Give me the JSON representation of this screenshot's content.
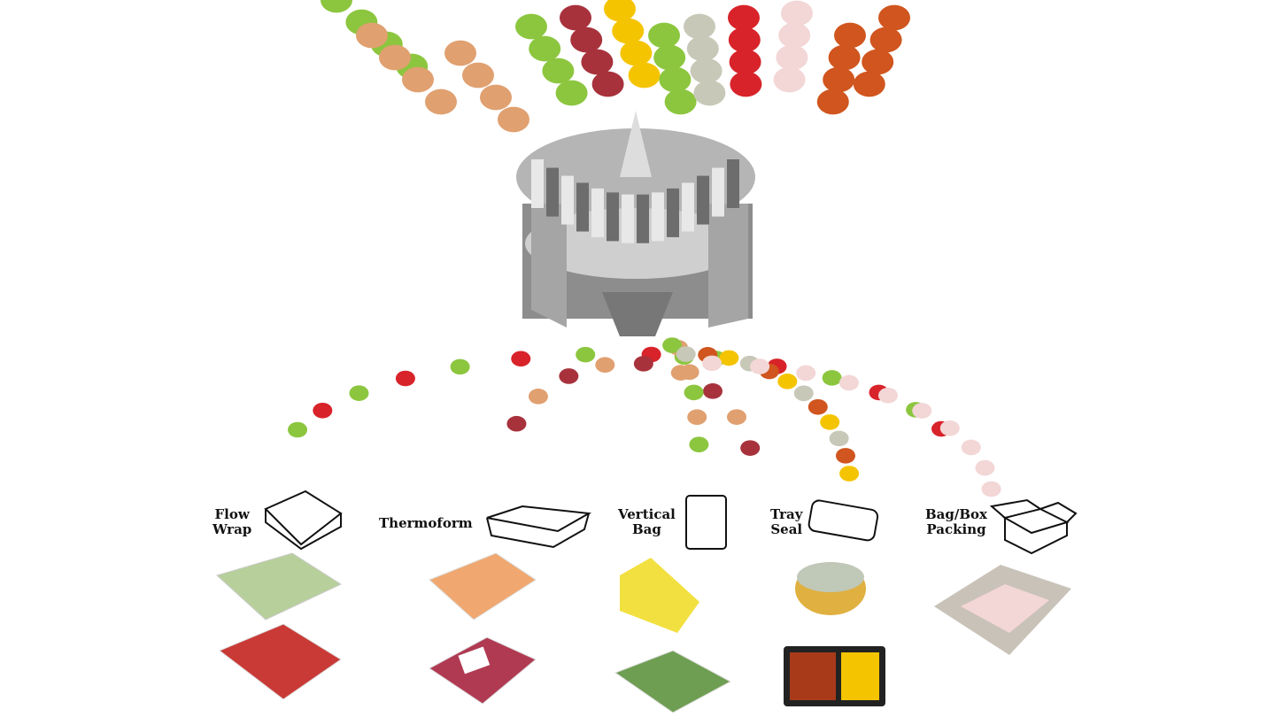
{
  "packaging_types": [
    {
      "label_line1": "Flow",
      "label_line2": "Wrap"
    },
    {
      "label_line1": "Thermoform",
      "label_line2": ""
    },
    {
      "label_line1": "Vertical",
      "label_line2": "Bag"
    },
    {
      "label_line1": "Tray",
      "label_line2": "Seal"
    },
    {
      "label_line1": "Bag/Box",
      "label_line2": "Packing"
    }
  ],
  "colors": {
    "steel": "#9a9a9a",
    "chicken": "#e0a070",
    "strawberry": "#d8232a",
    "lettuce": "#8cc63f",
    "mince": "#a8323c",
    "corn": "#f5c400",
    "nugget": "#d0551e",
    "mushroom": "#c8c8b8",
    "wings": "#f3d6d6"
  }
}
